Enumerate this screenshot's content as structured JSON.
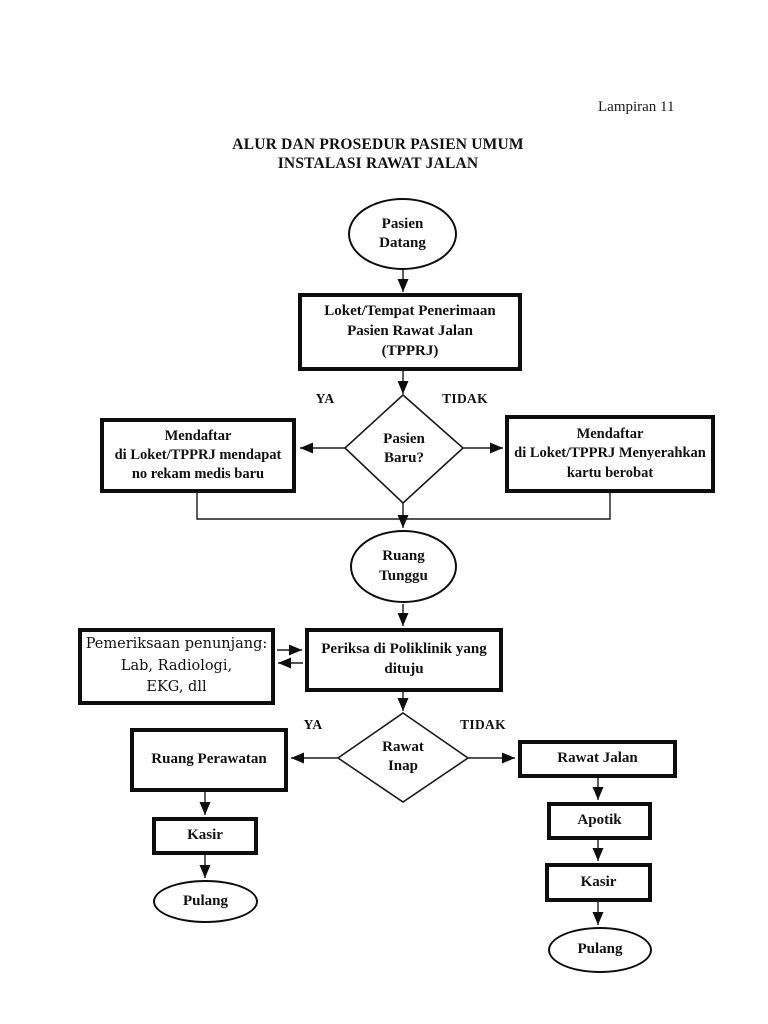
{
  "page": {
    "annotation": "Lampiran 11",
    "title": "ALUR DAN PROSEDUR PASIEN UMUM\nINSTALASI RAWAT JALAN"
  },
  "flowchart": {
    "start": "Pasien\nDatang",
    "tpprj": "Loket/Tempat Penerimaan\nPasien Rawat Jalan\n(TPPRJ)",
    "decision_new_patient": "Pasien\nBaru?",
    "decision_new_patient_yes": "YA",
    "decision_new_patient_no": "TIDAK",
    "register_new": "Mendaftar\ndi Loket/TPPRJ mendapat\nno rekam medis baru",
    "register_existing": "Mendaftar\ndi Loket/TPPRJ Menyerahkan\nkartu berobat",
    "waiting_room": "Ruang\nTunggu",
    "supporting_exam": "Pemeriksaan penunjang:\nLab, Radiologi,\nEKG, dll",
    "polyclinic": "Periksa di Poliklinik yang\ndituju",
    "decision_inpatient": "Rawat\nInap",
    "decision_inpatient_yes": "YA",
    "decision_inpatient_no": "TIDAK",
    "inpatient_ward": "Ruang Perawatan",
    "cashier_inpatient": "Kasir",
    "discharge_inpatient": "Pulang",
    "outpatient": "Rawat Jalan",
    "pharmacy": "Apotik",
    "cashier_outpatient": "Kasir",
    "discharge_outpatient": "Pulang"
  },
  "colors": {
    "ink": "#0d0d0d",
    "paper": "#ffffff"
  }
}
